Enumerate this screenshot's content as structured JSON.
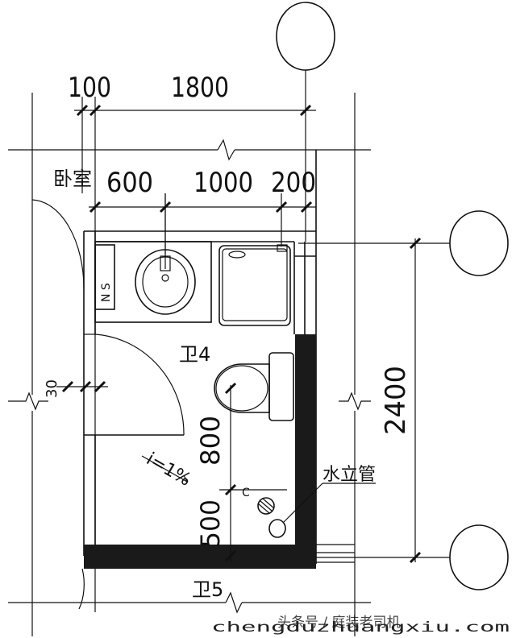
{
  "dimensions": {
    "top_row1": [
      "100",
      "1800"
    ],
    "top_row2": [
      "600",
      "1000",
      "200"
    ],
    "right_vertical": "2400",
    "center_vertical_upper": "800",
    "center_vertical_lower": "500",
    "left_small": "30"
  },
  "labels": {
    "bedroom": "卧室",
    "bathroom_4": "卫4",
    "bathroom_5": "卫5",
    "slope": "i=1%",
    "water_riser": "水立管",
    "north_mark": "N S",
    "riser_code": "C"
  },
  "watermark": {
    "line1": "头条号 / 庭装老司机",
    "line2": "chengduzhuangxiu.com"
  }
}
